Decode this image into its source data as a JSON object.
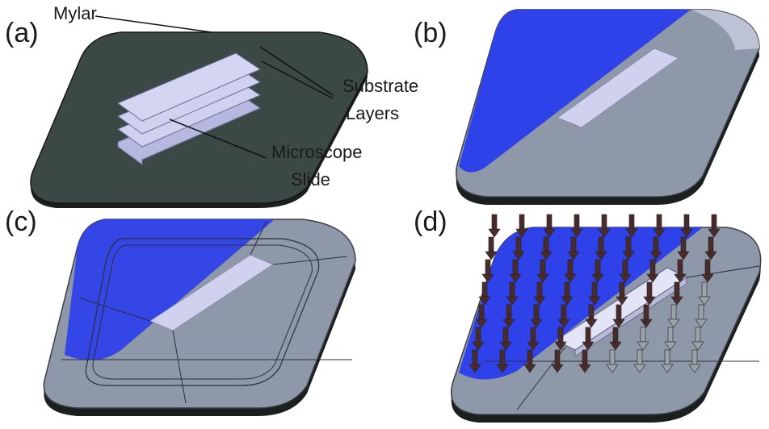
{
  "panels": [
    {
      "label": "(a)"
    },
    {
      "label": "(b)"
    },
    {
      "label": "(c)"
    },
    {
      "label": "(d)"
    }
  ],
  "callouts": {
    "mylar": "Mylar",
    "substrate_line1": "Substrate",
    "substrate_line2": "Layers",
    "microscope_line1": "Microscope",
    "microscope_line2": "Slide"
  },
  "colors": {
    "dark_slide": "#3c4845",
    "slide_base": "#1b1f1e",
    "blue": "#2f41e8",
    "grey": "#8f98a8",
    "mylar": "#cfd1ef",
    "arrow_dark": "#4a2b2b",
    "arrow_light": "#9aa3aa"
  }
}
